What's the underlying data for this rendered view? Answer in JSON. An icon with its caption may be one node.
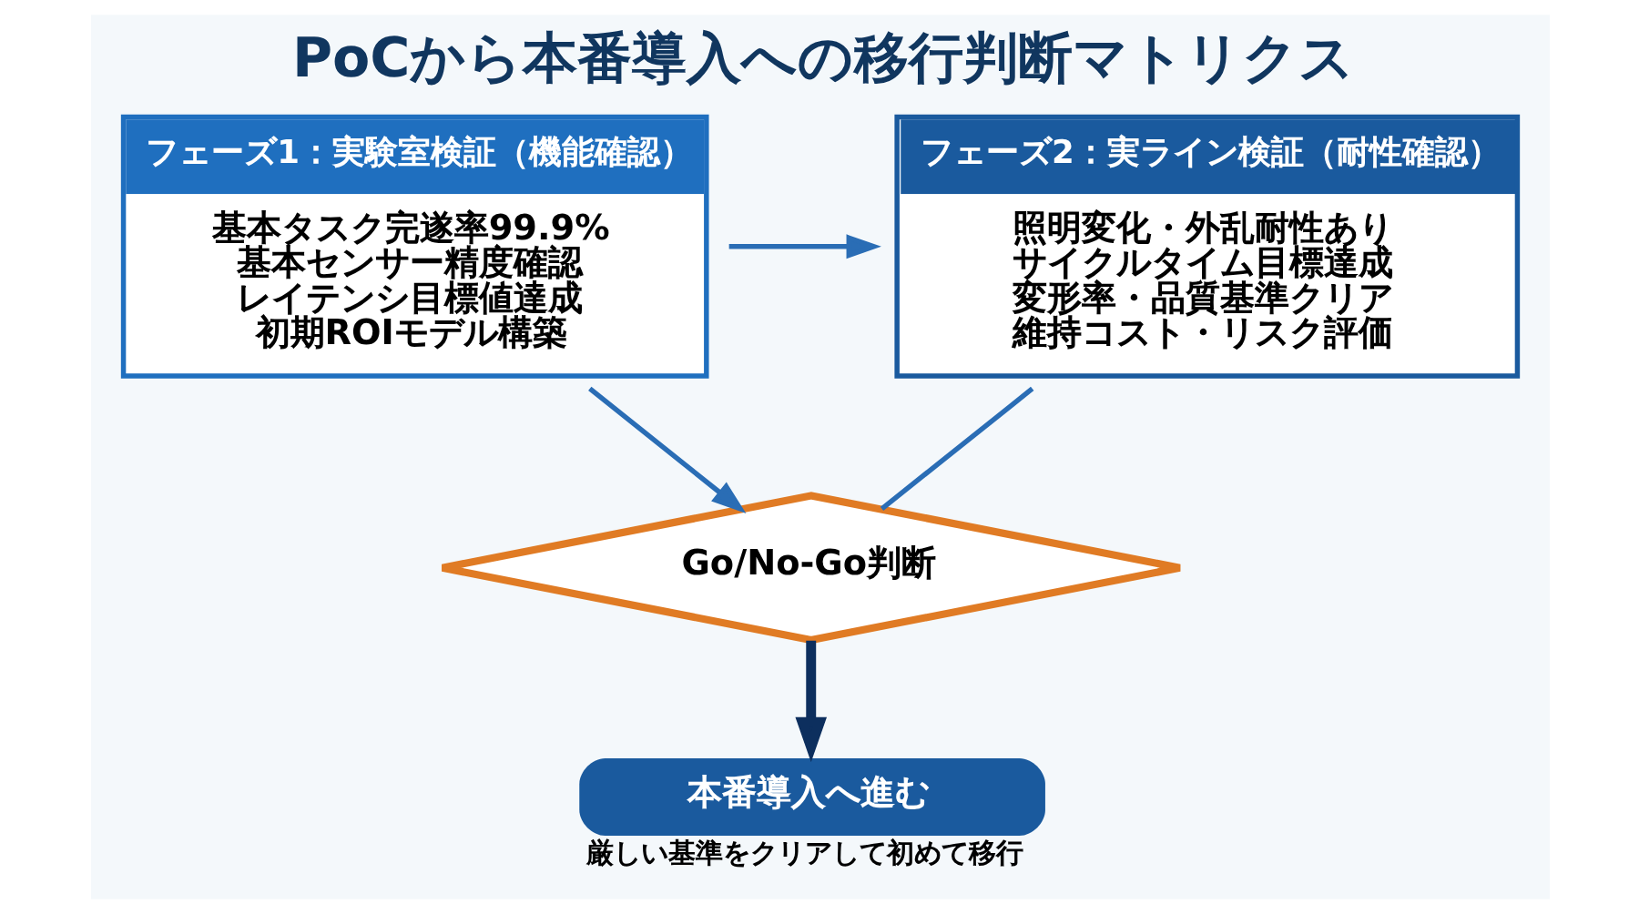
{
  "diagram": {
    "title": "PoCから本番導入への移行判断マトリクス",
    "nodes": [
      {
        "text": [
          "フェーズ1：実験室検証（機能確認）",
          "基本タスク完遂率99.9%",
          "基本センサー精度確認",
          "レイテンシ目標値達成",
          "初期ROIモデル構築"
        ]
      },
      {
        "text": [
          "フェーズ2：実ライン検証（耐性確認）",
          "照明変化・外乱耐性あり",
          "サイクルタイム目標達成",
          "変形率・品質基準クリア",
          "維持コスト・リスク評価"
        ]
      },
      {
        "text": [
          "Go/No-Go判断"
        ]
      },
      {
        "text": [
          "本番導入へ進む"
        ],
        "beside": [
          "厳しい基準をクリアして初めて移行"
        ]
      }
    ],
    "edges": [
      {
        "from": 0,
        "to": 1,
        "arrow": "to"
      },
      {
        "from": 0,
        "to": 2,
        "arrow": "to"
      },
      {
        "from": 1,
        "to": 2,
        "arrow": "none"
      },
      {
        "from": 2,
        "to": 3,
        "arrow": "to",
        "style": "thick",
        "color": "#0d2f5e"
      }
    ]
  }
}
